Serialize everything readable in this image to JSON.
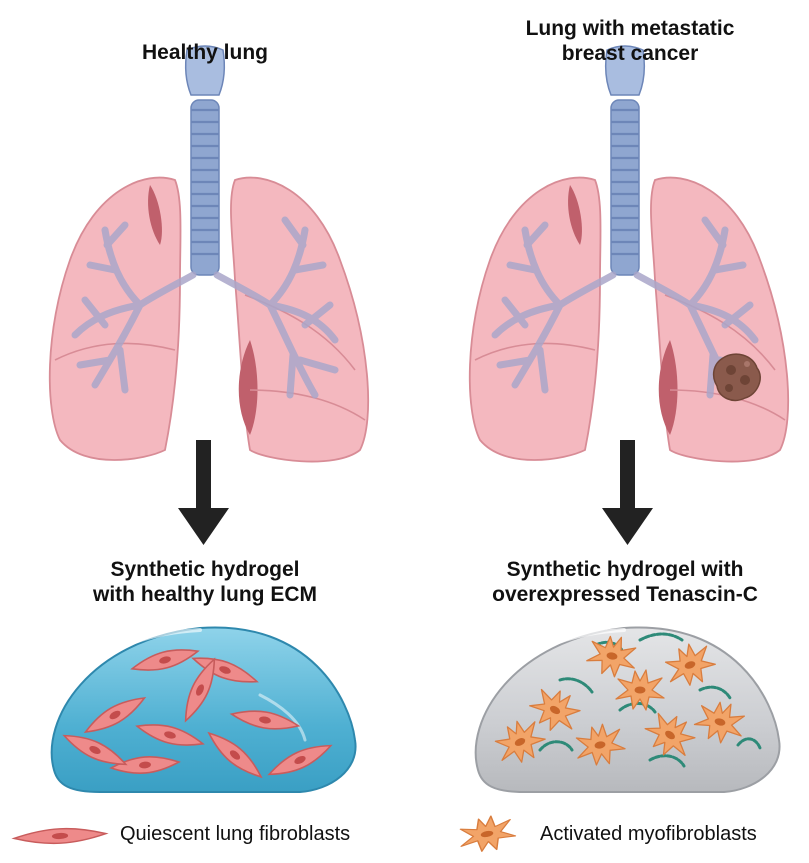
{
  "panels": {
    "left": {
      "title": "Healthy lung",
      "hydrogel_title_line1": "Synthetic hydrogel",
      "hydrogel_title_line2": "with healthy lung ECM"
    },
    "right": {
      "title_line1": "Lung with metastatic",
      "title_line2": "breast cancer",
      "hydrogel_title_line1": "Synthetic hydrogel with",
      "hydrogel_title_line2": "overexpressed Tenascin-C"
    }
  },
  "legend": {
    "quiescent": "Quiescent lung fibroblasts",
    "activated": "Activated myofibroblasts"
  },
  "colors": {
    "lung_fill": "#f4b8bf",
    "lung_stroke": "#d88c96",
    "lung_shadow": "#c0606c",
    "bronchi": "#a9a6c9",
    "trachea": "#8fa6d0",
    "arrow": "#222222",
    "hydrogel_blue": "#5bb6d4",
    "hydrogel_gray": "#c9cbcf",
    "fibroblast": "#ee8a8a",
    "myofibroblast": "#f2a468",
    "tenascin": "#2e8a78",
    "tumor": "#8a5a4c"
  }
}
